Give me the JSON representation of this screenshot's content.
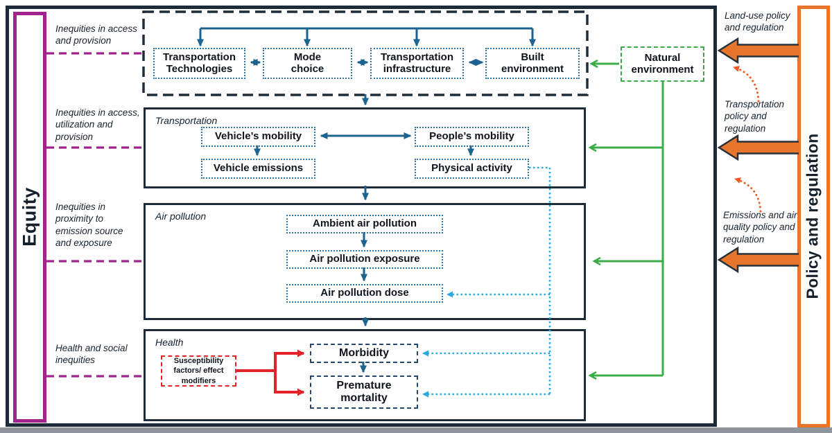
{
  "equity": {
    "title": "Equity",
    "labels": [
      "Inequities in access and provision",
      "Inequities in access, utilization and provision",
      "Inequities in proximity to emission source and exposure",
      "Health and social inequities"
    ]
  },
  "policy": {
    "title": "Policy and regulation",
    "labels": [
      "Land-use policy and regulation",
      "Transportation policy and regulation",
      "Emissions and air quality policy and regulation"
    ]
  },
  "determinants": {
    "boxes": [
      "Transportation Technologies",
      "Mode choice",
      "Transportation infrastructure",
      "Built environment"
    ]
  },
  "natural_environment": {
    "label": "Natural environment"
  },
  "transportation": {
    "title": "Transportation",
    "boxes": [
      "Vehicle’s mobility",
      "People’s mobility",
      "Vehicle emissions",
      "Physical activity"
    ]
  },
  "air_pollution": {
    "title": "Air pollution",
    "boxes": [
      "Ambient air pollution",
      "Air pollution exposure",
      "Air pollution dose"
    ]
  },
  "health": {
    "title": "Health",
    "boxes": [
      "Morbidity",
      "Premature mortality"
    ],
    "susceptibility": "Susceptibility factors/ effect modifiers"
  },
  "colors": {
    "frame_navy": "#1e2b38",
    "teal_arrows": "#1d6390",
    "dotted_box_blue": "#2d74a4",
    "health_box_navy": "#24476f",
    "green": "#3cac49",
    "light_blue": "#2ba7e1",
    "red": "#e62229",
    "purple": "#a2238e",
    "orange": "#e8752c",
    "orange_dotted": "#ee5a22"
  }
}
